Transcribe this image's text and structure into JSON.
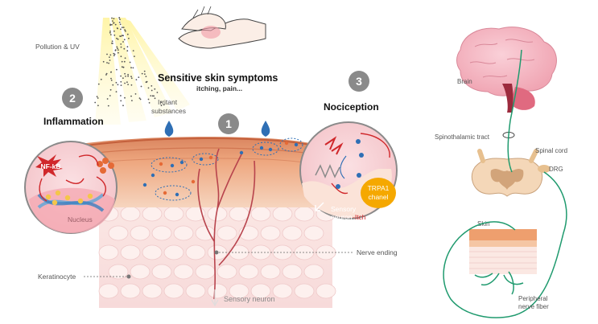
{
  "labels": {
    "pollution": "Pollution & UV",
    "symptoms_title": "Sensitive skin symptoms",
    "symptoms_sub": "itching, pain...",
    "irritant_line1": "Irritant",
    "irritant_line2": "substances",
    "inflammation": "Inflammation",
    "nociception": "Nociception",
    "nfkb": "NF-kB",
    "nucleus": "Nucleus",
    "trpa1_line1": "TRPA1",
    "trpa1_line2": "chanel",
    "sensory_neuron_itch_1": "Sensory",
    "sensory_neuron_itch_2": "neuron",
    "itch": "-Itch",
    "nerve_ending": "Nerve ending",
    "keratinocyte": "Keratinocyte",
    "sensory_neuron": "Sensory neuron",
    "brain": "Brain",
    "spinothalamic": "Spinothalamic tract",
    "spinal_cord": "Spinal cord",
    "drg": "DRG",
    "skin": "Skin",
    "peripheral_1": "Peripheral",
    "peripheral_2": "nerve fiber"
  },
  "steps": {
    "one": "1",
    "two": "2",
    "three": "3"
  },
  "colors": {
    "step_badge": "#8a8a8a",
    "nerve": "#1f9a6e",
    "arrow_red": "#d0282b",
    "trpa1": "#f5a800",
    "droplet": "#2f6fb5"
  }
}
